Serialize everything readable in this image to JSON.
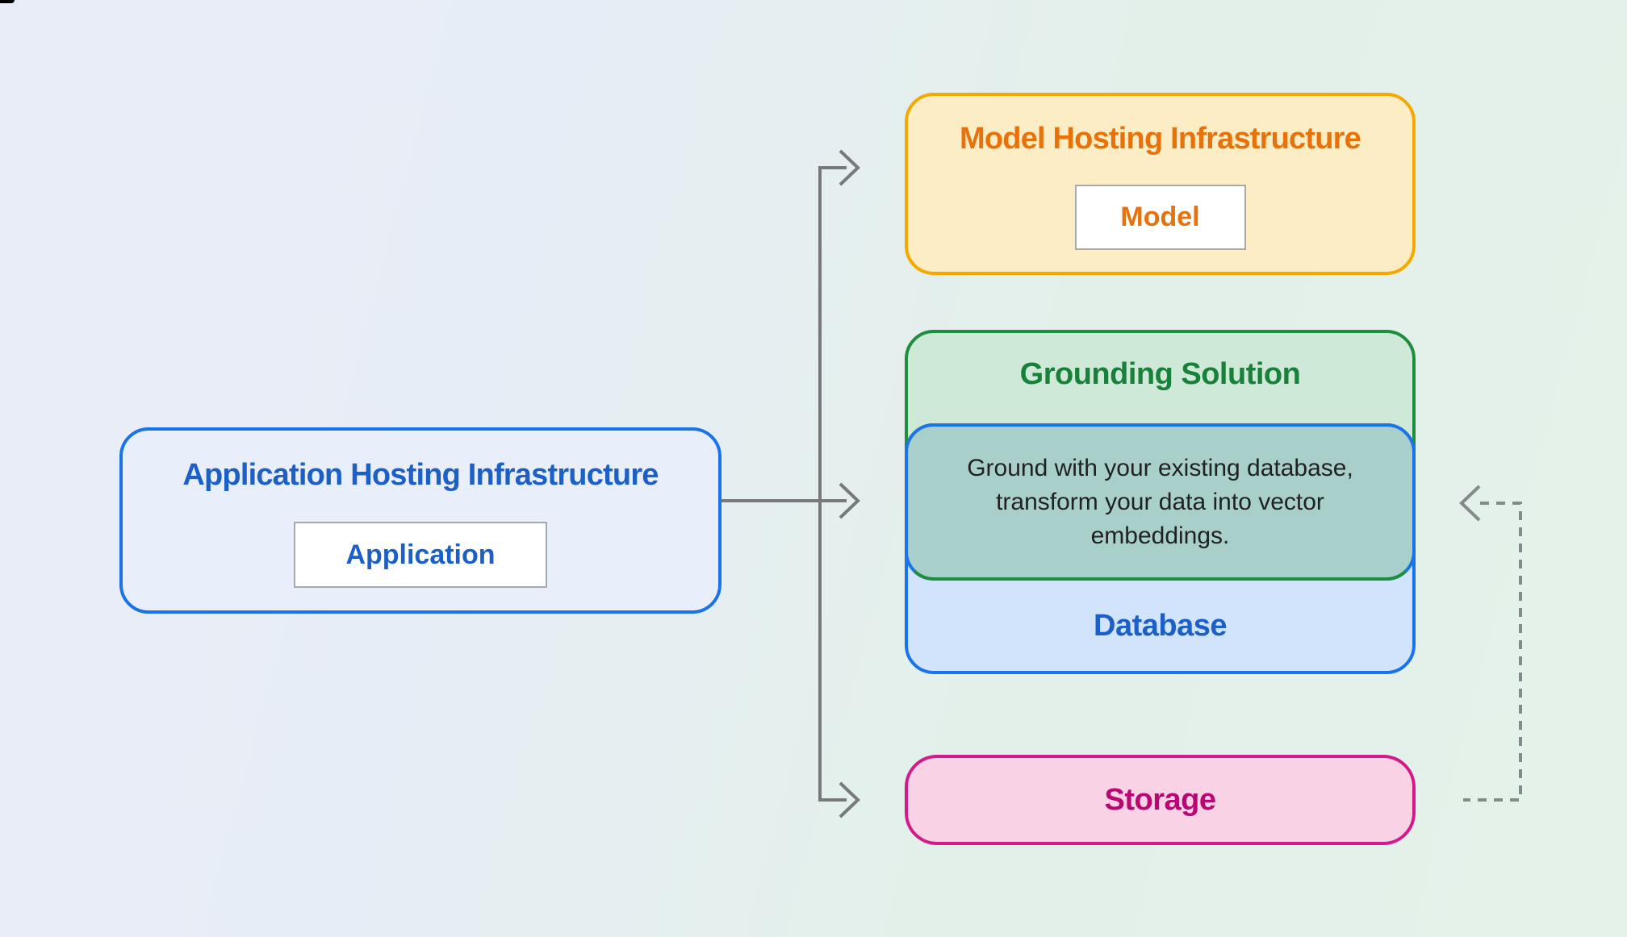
{
  "diagram": {
    "application_box": {
      "title": "Application Hosting Infrastructure",
      "chip_label": "Application"
    },
    "model_box": {
      "title": "Model Hosting Infrastructure",
      "chip_label": "Model"
    },
    "grounding_box": {
      "title": "Grounding Solution",
      "description": "Ground with your existing database, transform your data into vector embeddings."
    },
    "database_box": {
      "label": "Database"
    },
    "storage_box": {
      "label": "Storage"
    },
    "connectors": {
      "solid_branch": "application-to-model-grounding-storage",
      "dashed_feedback": "storage-to-database"
    },
    "colors": {
      "blue_border": "#1a73e8",
      "blue_text": "#1b5fc7",
      "blue_fill": "#d2e3fc",
      "app_fill": "#e9effa",
      "yellow_border": "#f5a800",
      "yellow_fill": "#fcedc4",
      "orange_text": "#e8710a",
      "green_border": "#1e8e3e",
      "green_text": "#188038",
      "green_fill": "#cfe9d9",
      "teal_overlap_fill": "#a9cfca",
      "pink_border": "#d41a8a",
      "pink_fill": "#f9d2e6",
      "pink_text": "#b80672",
      "description_text": "#202124",
      "arrow_gray": "#77797c",
      "dashed_gray": "#85898c"
    }
  }
}
